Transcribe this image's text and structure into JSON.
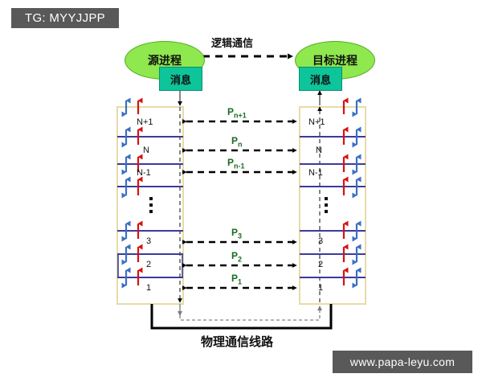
{
  "meta": {
    "tag_label": "TG: MYYJJPP",
    "watermark": "www.papa-leyu.com"
  },
  "colors": {
    "chip_bg": "#595959",
    "process_fill": "#8ee84e",
    "process_stroke": "#4fae21",
    "message_fill": "#0ec49a",
    "message_stroke": "#0a8f72",
    "stack_border": "#e6dca8",
    "layer_line": "#3b3b9e",
    "protocol_label": "#1b6b24",
    "up_arrow": "#d81111",
    "down_arrow": "#3a6fc4",
    "physical_line": "#000000",
    "data_path": "#9a9a9a"
  },
  "nodes": {
    "source_process": "源进程",
    "target_process": "目标进程",
    "source_message": "消息",
    "target_message": "消息"
  },
  "labels": {
    "logical_communication": "逻辑通信",
    "physical_communication": "物理通信线路"
  },
  "stacks": {
    "left": {
      "layers": [
        "N+1",
        "N",
        "N-1",
        "3",
        "2",
        "1"
      ],
      "ellipsis_after_index": 2
    },
    "right": {
      "layers": [
        "N+1",
        "N",
        "N-1",
        "3",
        "2",
        "1"
      ],
      "ellipsis_after_index": 2
    }
  },
  "protocols": [
    {
      "base": "P",
      "sub": "n+1"
    },
    {
      "base": "P",
      "sub": "n"
    },
    {
      "base": "P",
      "sub": "n-1"
    },
    {
      "base": "P",
      "sub": "3"
    },
    {
      "base": "P",
      "sub": "2"
    },
    {
      "base": "P",
      "sub": "1"
    }
  ]
}
